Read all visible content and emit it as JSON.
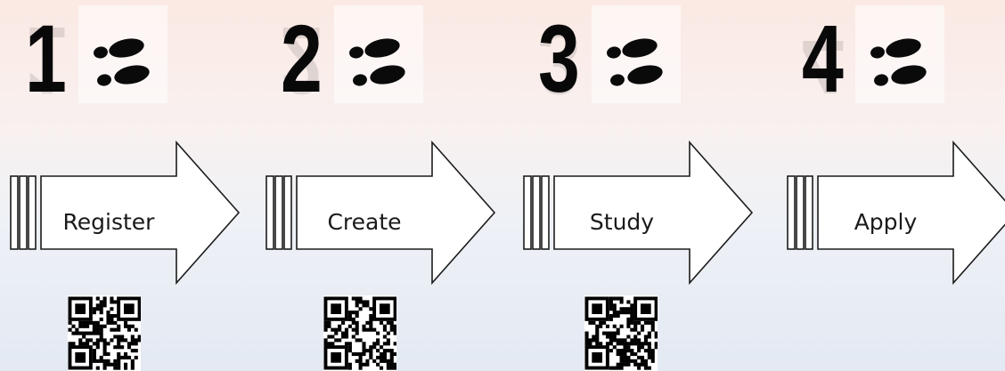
{
  "steps": [
    {
      "number": "1",
      "label": "Register",
      "has_qr": true
    },
    {
      "number": "2",
      "label": "Create",
      "has_qr": true
    },
    {
      "number": "3",
      "label": "Study",
      "has_qr": true
    },
    {
      "number": "4",
      "label": "Apply",
      "has_qr": false
    }
  ],
  "icons": {
    "footsteps": "footprints-icon",
    "qr": "qr-code-icon",
    "arrow": "arrow-right-icon"
  },
  "colors": {
    "number": "#0a0a0a",
    "arrow_stroke": "#1c1c1c",
    "arrow_fill": "#ffffff"
  }
}
